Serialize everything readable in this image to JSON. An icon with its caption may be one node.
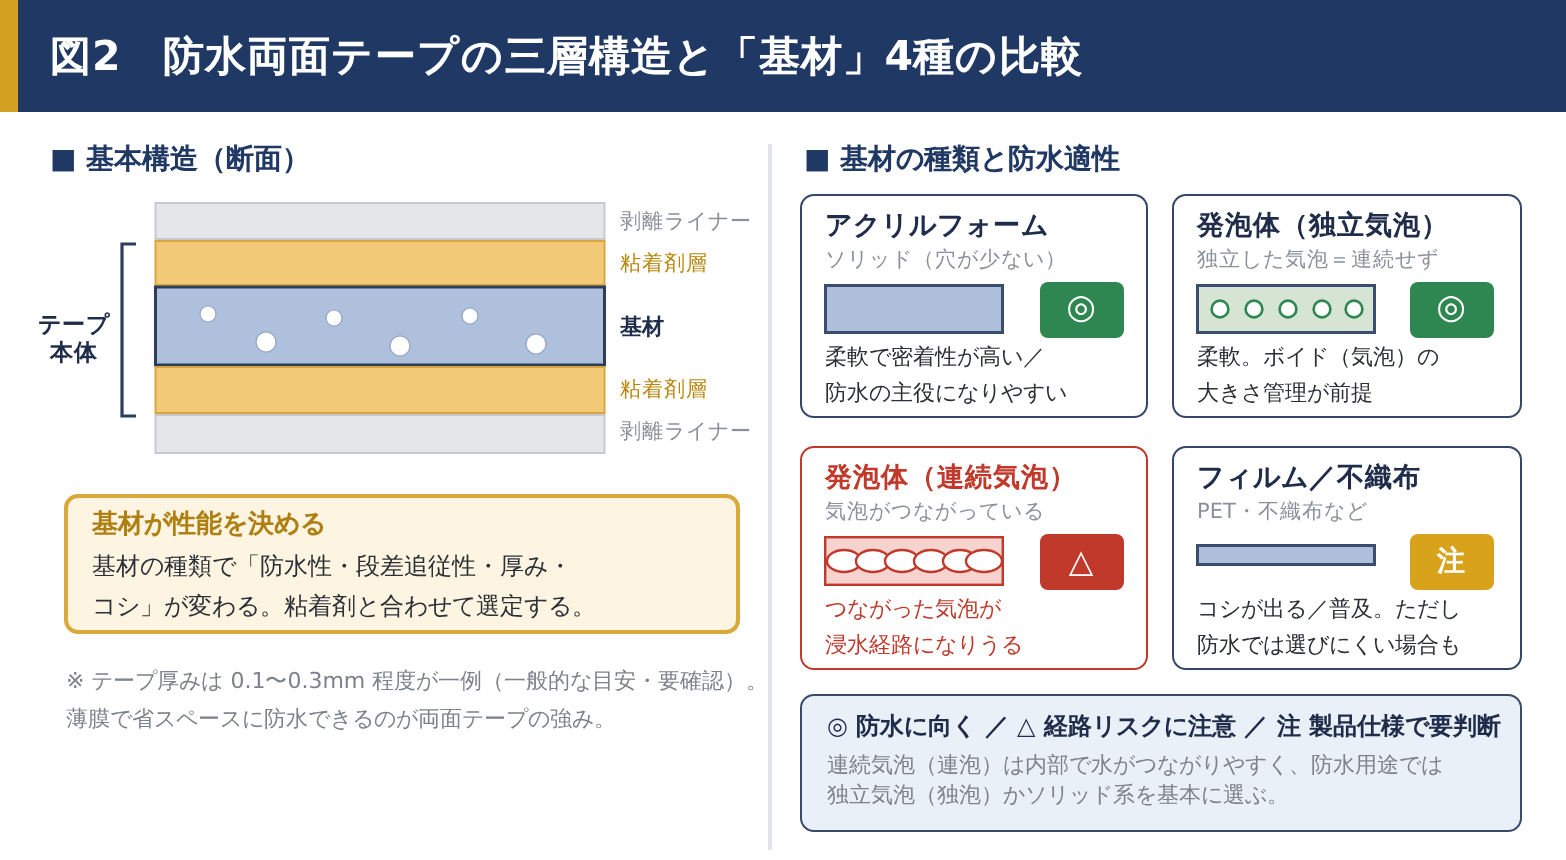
{
  "diagram": {
    "title": "図2　防水両面テープの三層構造と「基材」4種の比較",
    "nodes": [
      {
        "text": [
          "基材が性能を決める",
          "基材の種類で「防水性・段差追従性・厚み・コシ」が変わる。粘着剤と合わせて選定する。"
        ]
      },
      {
        "text": [
          "アクリルフォーム",
          "ソリッド（穴が少ない）",
          "柔軟で密着性が高い／防水の主役になりやすい"
        ]
      },
      {
        "text": [
          "◎"
        ],
        "in": 1
      },
      {
        "text": [
          "発泡体（独立気泡）",
          "独立した気泡＝連続せず",
          "柔軟。ボイド（気泡）の大きさ管理が前提"
        ]
      },
      {
        "text": [
          "◎"
        ],
        "in": 3
      },
      {
        "text": [
          "発泡体（連続気泡）",
          "気泡がつながっている",
          "つながった気泡が浸水経路になりうる"
        ]
      },
      {
        "text": [
          "△"
        ],
        "in": 5
      },
      {
        "text": [
          "フィルム／不織布",
          "PET・不織布など",
          "コシが出る／普及。ただし防水では選びにくい場合も"
        ]
      },
      {
        "text": [
          "注"
        ],
        "in": 7
      },
      {
        "text": [
          "◎ 防水に向く ／ △ 経路リスクに注意 ／ 注 製品仕様で要判断",
          "連続気泡（連泡）は内部で水がつながりやすく、防水用途では独立気泡（独泡）かソリッド系を基本に選ぶ。"
        ]
      }
    ],
    "labels": [
      "■ 基本構造（断面）",
      "剥離ライナー",
      "粘着剤層",
      "テープ本体",
      "基材",
      "粘着剤層",
      "剥離ライナー",
      "※ テープ厚みは 0.1〜0.3mm 程度が一例（一般的な目安・要確認）。薄膜で省スペースに防水できるのが両面テープの強み。",
      "■ 基材の種類と防水適性"
    ]
  }
}
